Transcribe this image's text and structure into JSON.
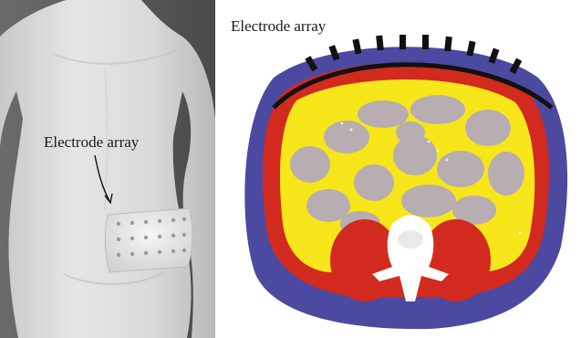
{
  "labels": {
    "left_panel": "Electrode array",
    "right_panel": "Electrode array"
  },
  "colors": {
    "background_left": "#5c5c5c",
    "skin": "#dcdcdc",
    "fat_outer": "#4b49a0",
    "muscle": "#d22a1e",
    "visceral_fat": "#f6e61a",
    "organs": "#b8adb0",
    "bone": "#ffffff",
    "electrode": "#111111"
  },
  "icons": [
    "human-torso-model",
    "electrode-pad",
    "abdomen-cross-section",
    "pointer-arrow"
  ]
}
